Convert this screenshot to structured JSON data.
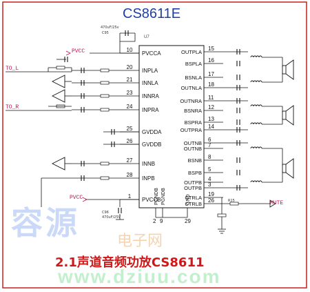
{
  "title": "CS8611E",
  "chip_ref": "U7",
  "caption": "2.1声道音频功放CS8611",
  "watermarks": {
    "big": "容源",
    "small": "电子网",
    "url": "www.dziuu.com"
  },
  "nets": {
    "to_l": "TO_L",
    "to_r": "TO_R",
    "pvcc_top": "PVCC",
    "pvcc_bottom": "PVCC",
    "mute": "MUTE"
  },
  "left_pins": [
    {
      "num": "10",
      "name": "PVCCA"
    },
    {
      "num": "20",
      "name": "INPLA"
    },
    {
      "num": "21",
      "name": "INNLA"
    },
    {
      "num": "23",
      "name": "INNRA"
    },
    {
      "num": "24",
      "name": "INPRA"
    },
    {
      "num": "25",
      "name": "GVDDA"
    },
    {
      "num": "26",
      "name": "GVDDB"
    },
    {
      "num": "27",
      "name": "INNB"
    },
    {
      "num": "28",
      "name": "INPB"
    },
    {
      "num": "1",
      "name": "PVCCB"
    }
  ],
  "right_pins": [
    {
      "num": "15",
      "name": "OUTPLA"
    },
    {
      "num": "16",
      "name": "BSPLA"
    },
    {
      "num": "17",
      "name": "BSNLA"
    },
    {
      "num": "18",
      "name": "OUTNLA"
    },
    {
      "num": "11",
      "name": "OUTNRA"
    },
    {
      "num": "12",
      "name": "BSNRA"
    },
    {
      "num": "13",
      "name": "BSPRA"
    },
    {
      "num": "14",
      "name": "OUTPRA"
    },
    {
      "num": "6",
      "name": "OUTNB"
    },
    {
      "num": "7",
      "name": "OUTNB"
    },
    {
      "num": "8",
      "name": "BSNB"
    },
    {
      "num": "5",
      "name": "BSPB"
    },
    {
      "num": "4",
      "name": "OUTPB"
    },
    {
      "num": "3",
      "name": "OUTPB"
    },
    {
      "num": "19",
      "name": "CTRLA"
    },
    {
      "num": "26",
      "name": "CTRLB"
    }
  ],
  "bottom_pins": [
    {
      "num": "2",
      "name": "PGNDB"
    },
    {
      "num": "9",
      "name": "PGNDB"
    },
    {
      "num": "29",
      "name": "GND"
    }
  ],
  "components": {
    "c95": "C95",
    "c95_val": "470uF/25v",
    "c96": "C96",
    "c96_val": "470uF/25V",
    "r15": "R15"
  },
  "colors": {
    "frame": "#c81e1e",
    "wire": "#111111",
    "net": "#c4125a",
    "title": "#1d3fa6",
    "caption": "#d01818"
  }
}
